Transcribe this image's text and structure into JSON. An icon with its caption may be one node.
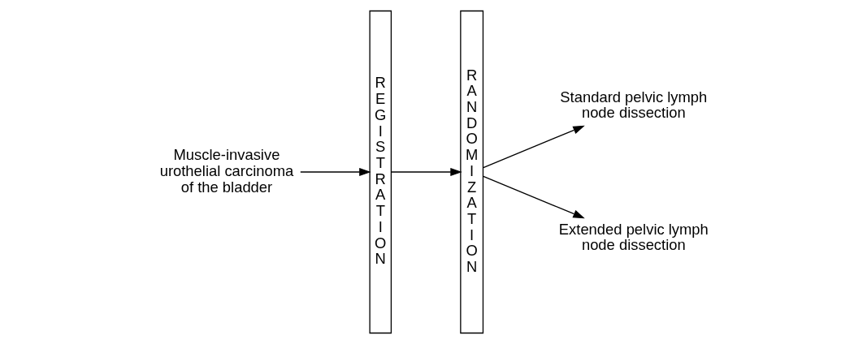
{
  "diagram": {
    "nodes": [
      {
        "text": [
          "Muscle-invasive urothelial carcinoma of the bladder"
        ]
      },
      {
        "text": [
          "REGISTRATION"
        ]
      },
      {
        "text": [
          "RANDOMIZATION"
        ]
      },
      {
        "text": [
          "Standard pelvic lymph node dissection"
        ]
      },
      {
        "text": [
          "Extended pelvic lymph node dissection"
        ]
      }
    ],
    "edges": [
      {
        "from": 0,
        "to": 1,
        "arrow": "to"
      },
      {
        "from": 1,
        "to": 2,
        "arrow": "to"
      },
      {
        "from": 2,
        "to": 3,
        "arrow": "to"
      },
      {
        "from": 2,
        "to": 4,
        "arrow": "to"
      }
    ]
  }
}
